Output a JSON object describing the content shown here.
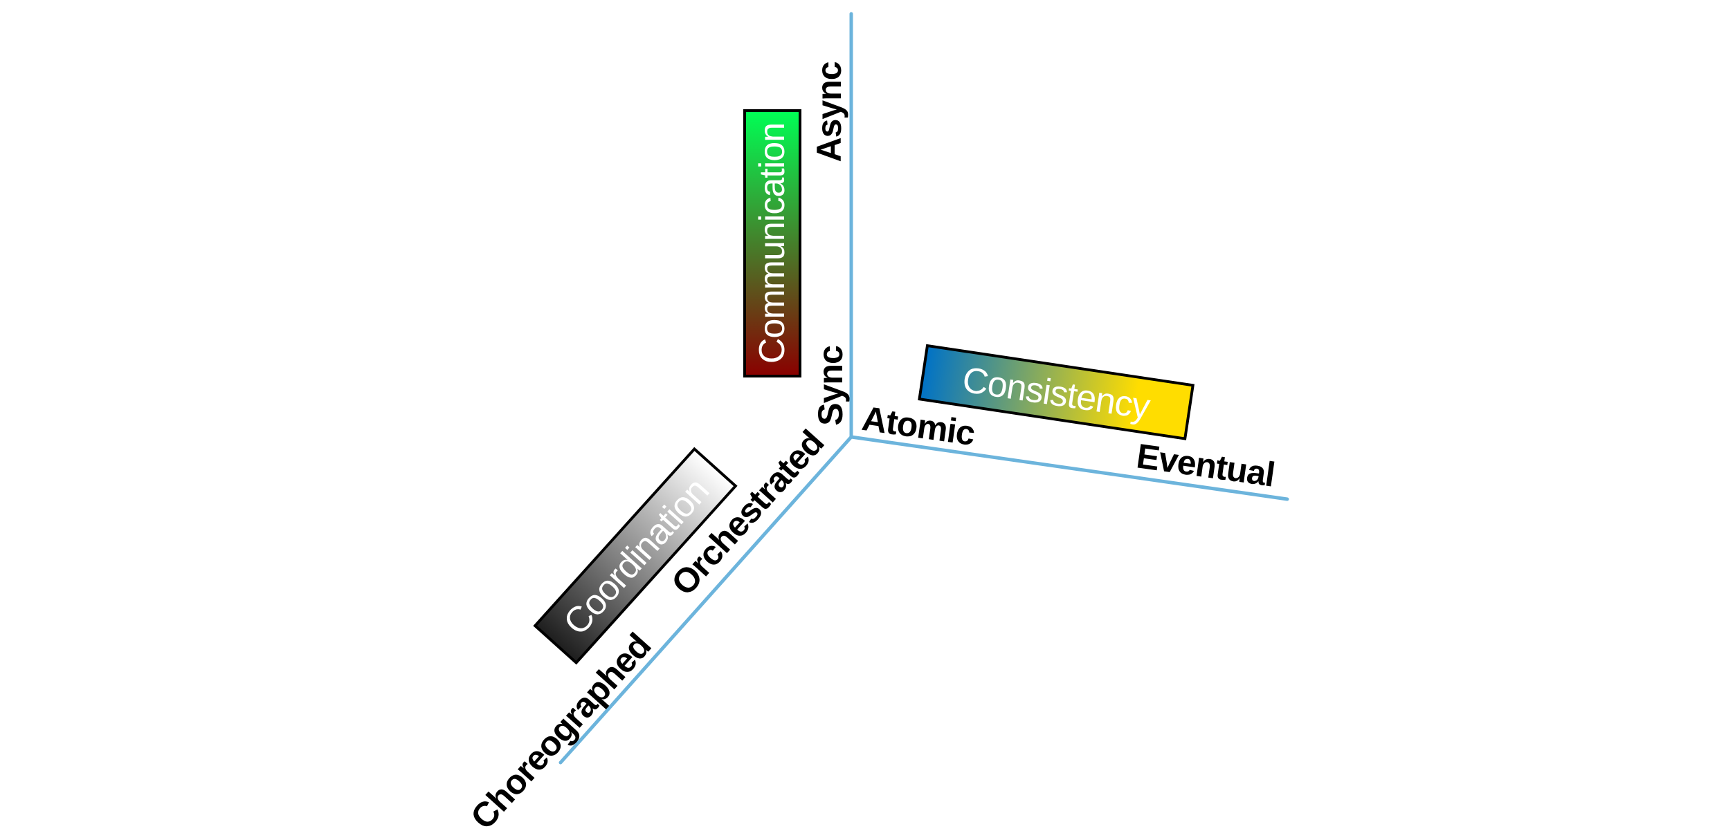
{
  "colors": {
    "axis": "#6cb4dc",
    "bar_border": "#000000",
    "communication_top": "#00ff55",
    "communication_bottom": "#8a0000",
    "consistency_left": "#0072c6",
    "consistency_right": "#ffdd00",
    "coordination_top": "#ffffff",
    "coordination_bottom": "#1e1e1e",
    "label_text": "#000000",
    "bar_text": "#ffffff"
  },
  "dimensions": {
    "communication": {
      "title": "Communication",
      "low_label": "Sync",
      "high_label": "Async"
    },
    "consistency": {
      "title": "Consistency",
      "low_label": "Atomic",
      "high_label": "Eventual"
    },
    "coordination": {
      "title": "Coordination",
      "low_label": "Orchestrated",
      "high_label": "Choreographed"
    }
  }
}
